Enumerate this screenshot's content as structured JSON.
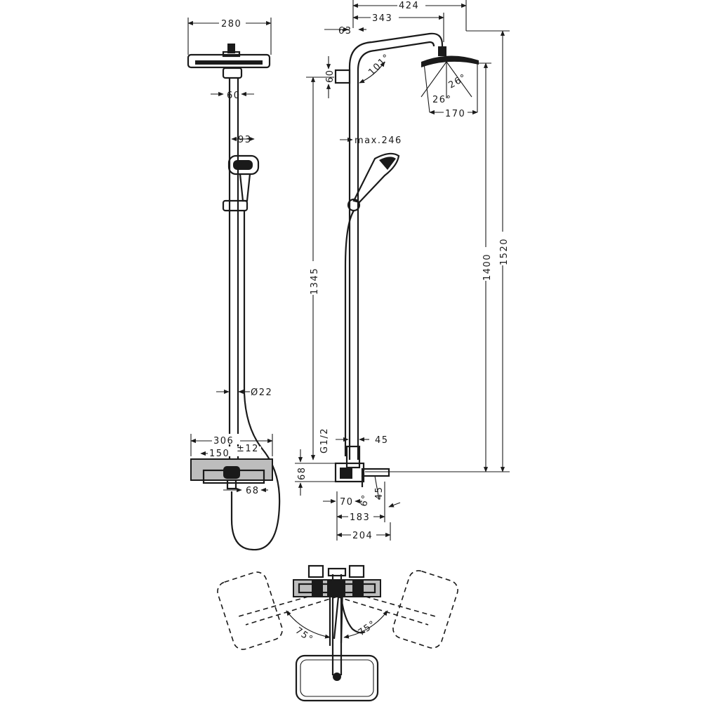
{
  "front_view": {
    "head_width": "280",
    "arm_mount": "60",
    "hand_shower_width": "93",
    "rail_diameter": "Ø22",
    "mixer_width": "306",
    "inlet_spacing": "150",
    "inlet_tolerance": "±12",
    "spout_width": "68"
  },
  "side_view": {
    "arm_reach_total": "424",
    "arm_reach": "343",
    "wall_offset": "63",
    "bracket_height": "60",
    "arm_angle": "101°",
    "spray_angle_a": "26°",
    "spray_angle_b": "26°",
    "head_diameter": "170",
    "hand_shower_offset": "max.246",
    "connection_height": "1345",
    "shower_height": "1400",
    "total_height": "1520",
    "thread": "G1/2",
    "spout_height": "45",
    "mixer_height": "68",
    "mixer_depth": "70",
    "spout_angle": "6°",
    "spout_drop": "45",
    "spout_reach": "183",
    "total_depth": "204"
  },
  "top_view": {
    "rotation_left": "75°",
    "rotation_right": "75°"
  }
}
